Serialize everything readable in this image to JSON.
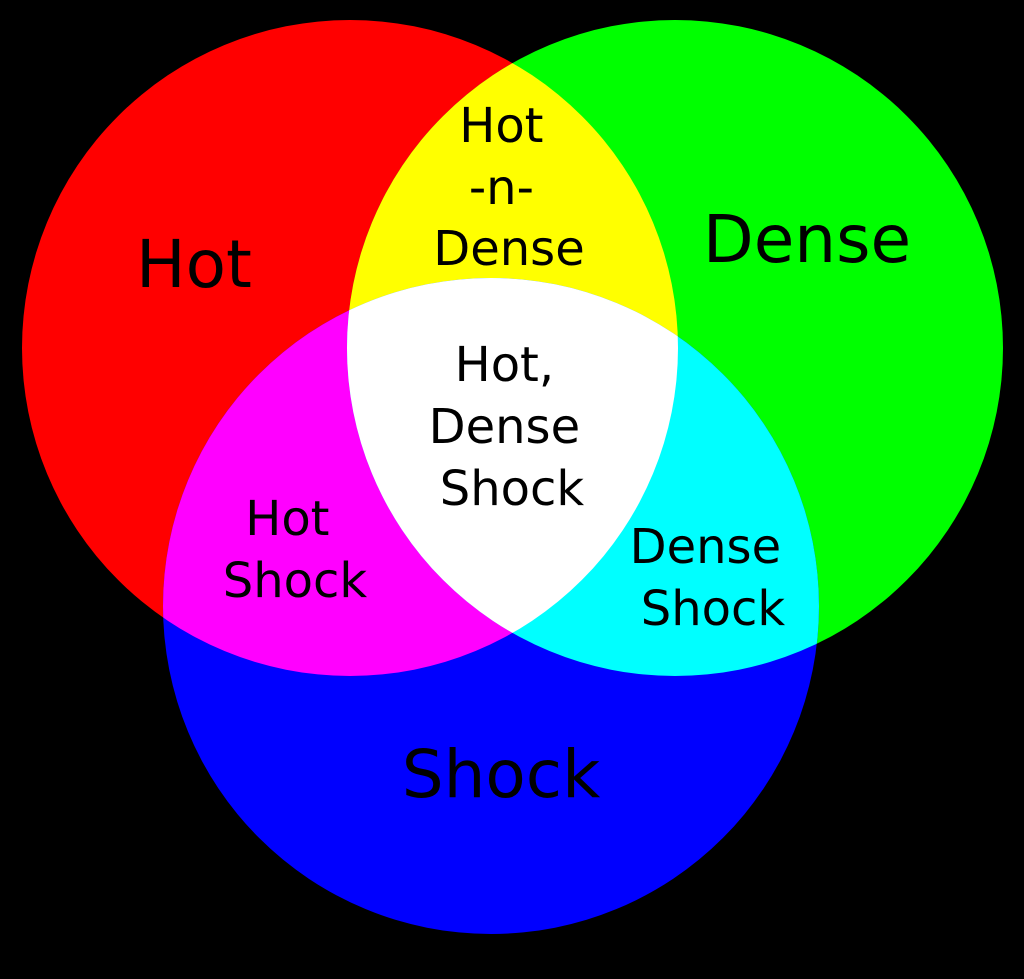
{
  "diagram": {
    "type": "venn",
    "colors": {
      "background": "#000000",
      "hot": "#ff0000",
      "dense": "#00ff00",
      "shock": "#0000ff",
      "hot_dense": "#ffff00",
      "hot_shock": "#ff00ff",
      "dense_shock": "#00ffff",
      "hot_dense_shock": "#ffffff"
    },
    "regions": {
      "hot": [
        "Hot"
      ],
      "dense": [
        "Dense"
      ],
      "shock": [
        "Shock"
      ],
      "hot_dense": [
        "Hot",
        "-n-",
        "Dense"
      ],
      "hot_shock": [
        "Hot",
        "Shock"
      ],
      "dense_shock": [
        "Dense",
        "Shock"
      ],
      "hot_dense_shock": [
        "Hot,",
        "Dense",
        "Shock"
      ]
    }
  }
}
